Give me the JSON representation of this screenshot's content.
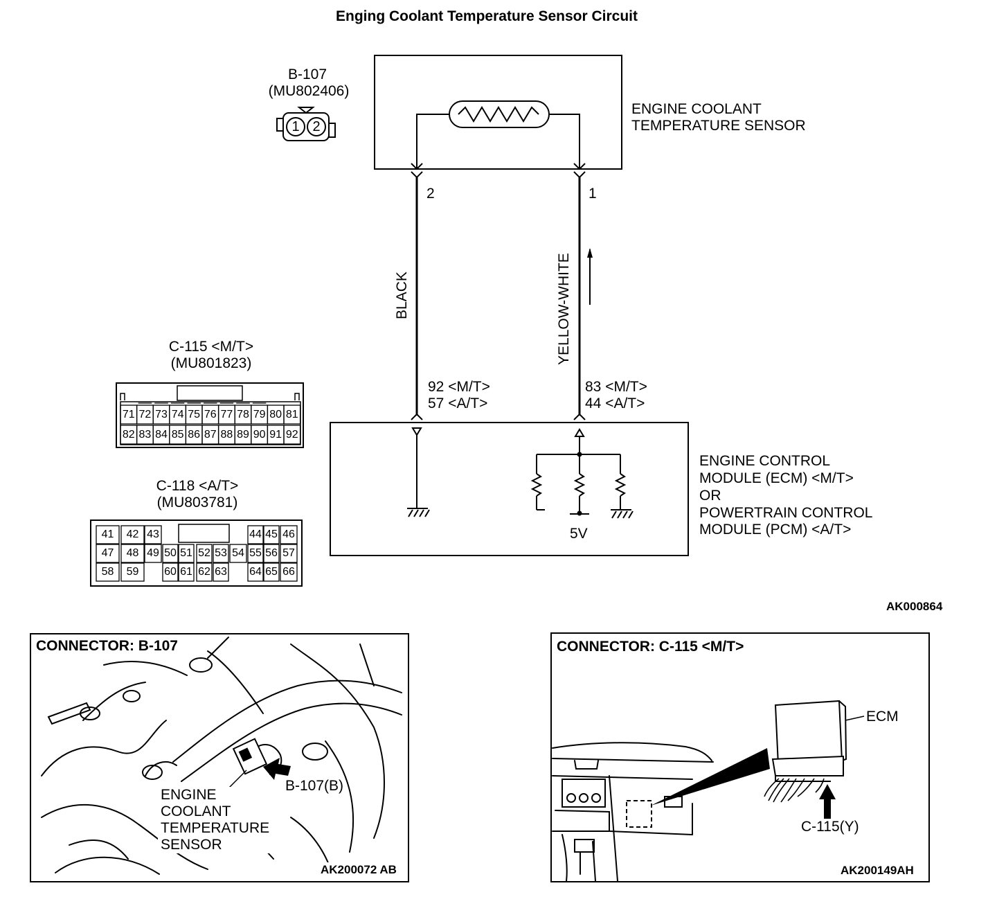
{
  "title": "Enging Coolant Temperature Sensor Circuit",
  "sensor_connector": {
    "id": "B-107",
    "part": "(MU802406)",
    "pins": [
      "1",
      "2"
    ]
  },
  "sensor_box_label": [
    "ENGINE COOLANT",
    "TEMPERATURE SENSOR"
  ],
  "wires": {
    "left": {
      "pin": "2",
      "color": "BLACK",
      "ecm_pins": [
        "92 <M/T>",
        "57 <A/T>"
      ]
    },
    "right": {
      "pin": "1",
      "color": "YELLOW-WHITE",
      "ecm_pins": [
        "83 <M/T>",
        "44 <A/T>"
      ]
    }
  },
  "ecm_label": [
    "ENGINE CONTROL",
    "MODULE (ECM) <M/T>",
    "OR",
    "POWERTRAIN CONTROL",
    "MODULE (PCM) <A/T>"
  ],
  "voltage_label": "5V",
  "c115": {
    "title": "C-115 <M/T>",
    "part": "(MU801823)",
    "row1": [
      "71",
      "72",
      "73",
      "74",
      "75",
      "76",
      "77",
      "78",
      "79",
      "80",
      "81"
    ],
    "row2": [
      "82",
      "83",
      "84",
      "85",
      "86",
      "87",
      "88",
      "89",
      "90",
      "91",
      "92"
    ]
  },
  "c118": {
    "title": "C-118 <A/T>",
    "part": "(MU803781)",
    "row1": [
      "41",
      "42",
      "43",
      "44",
      "45",
      "46"
    ],
    "row2": [
      "47",
      "48",
      "49",
      "50",
      "51",
      "52",
      "53",
      "54",
      "55",
      "56",
      "57"
    ],
    "row3": [
      "58",
      "59",
      "60",
      "61",
      "62",
      "63",
      "64",
      "65",
      "66"
    ]
  },
  "figure_code": "AK000864",
  "photo_left": {
    "header": "CONNECTOR: B-107",
    "callout": "B-107(B)",
    "label": [
      "ENGINE",
      "COOLANT",
      "TEMPERATURE",
      "SENSOR"
    ],
    "code": "AK200072 AB"
  },
  "photo_right": {
    "header": "CONNECTOR: C-115 <M/T>",
    "ecm": "ECM",
    "callout": "C-115(Y)",
    "code": "AK200149AH"
  }
}
